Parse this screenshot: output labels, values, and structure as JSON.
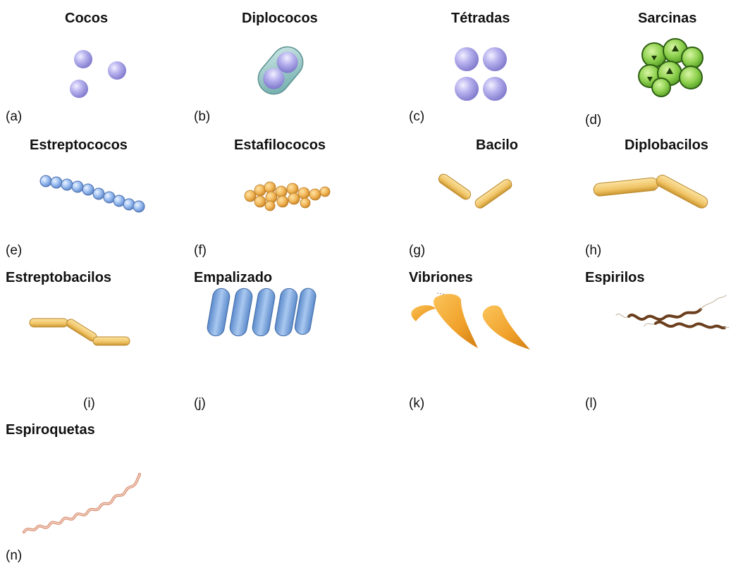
{
  "items": [
    {
      "id": "a",
      "title": "Cocos",
      "label": "(a)"
    },
    {
      "id": "b",
      "title": "Diplococos",
      "label": "(b)"
    },
    {
      "id": "c",
      "title": "Tétradas",
      "label": "(c)"
    },
    {
      "id": "d",
      "title": "Sarcinas",
      "label": "(d)"
    },
    {
      "id": "e",
      "title": "Estreptococos",
      "label": "(e)"
    },
    {
      "id": "f",
      "title": "Estafilococos",
      "label": "(f)"
    },
    {
      "id": "g",
      "title": "Bacilo",
      "label": "(g)"
    },
    {
      "id": "h",
      "title": "Diplobacilos",
      "label": "(h)"
    },
    {
      "id": "i",
      "title": "Estreptobacilos",
      "label": "(i)"
    },
    {
      "id": "j",
      "title": "Empalizado",
      "label": "(j)"
    },
    {
      "id": "k",
      "title": "Vibriones",
      "label": "(k)"
    },
    {
      "id": "l",
      "title": "Espirilos",
      "label": "(l)"
    },
    {
      "id": "n",
      "title": "Espiroquetas",
      "label": "(n)"
    }
  ],
  "colors": {
    "cocci_purple": "#a9a4e8",
    "diplo_capsule": "#8fc3c4",
    "sarcina_green": "#8fd14f",
    "strepto_blue": "#8db6f0",
    "staph_orange": "#f2b85a",
    "bacillus_tan": "#f0c466",
    "palisade_blue": "#6f9fd8",
    "vibrio_orange": "#f0a12a",
    "spirillum_brown": "#6b3f1d",
    "spirochete_pink": "#eab8a0"
  }
}
